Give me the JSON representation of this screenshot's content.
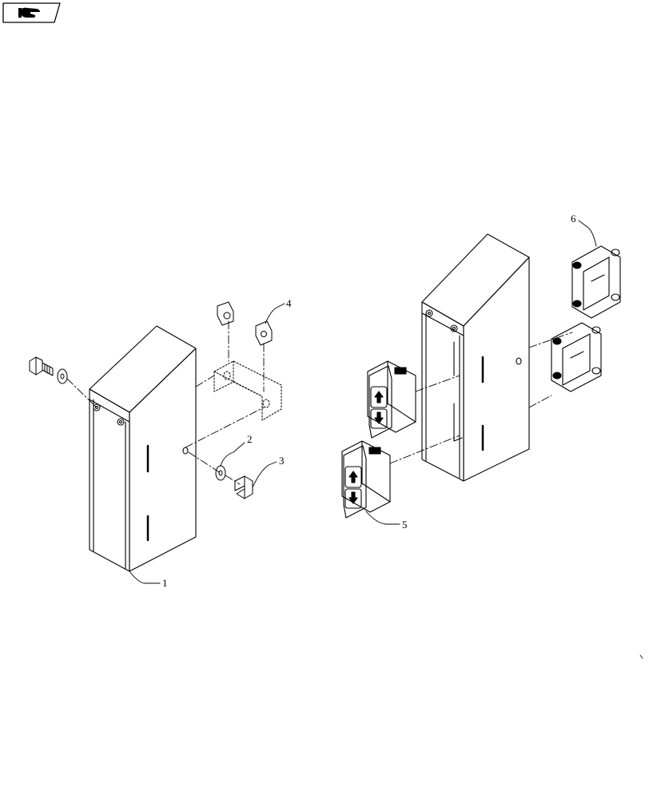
{
  "nav_icon": "hand-pointing-right-icon",
  "callouts": {
    "c1": "1",
    "c2": "2",
    "c3": "3",
    "c4": "4",
    "c5": "5",
    "c6": "6"
  }
}
